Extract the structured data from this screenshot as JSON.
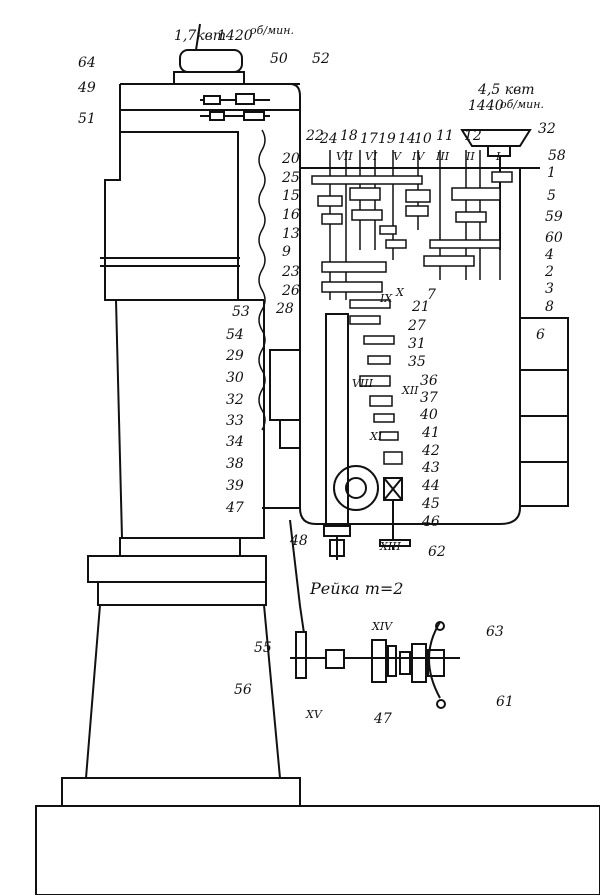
{
  "motor_top": {
    "power": "1,7квт",
    "speed": "1420",
    "unit": "об/мин."
  },
  "motor_main": {
    "power": "4,5 квт",
    "speed": "1440",
    "unit": "об/мин."
  },
  "rack_label": "Рейка m=2",
  "part_numbers": {
    "n1": "1",
    "n2": "2",
    "n3": "3",
    "n4": "4",
    "n5": "5",
    "n6": "6",
    "n7": "7",
    "n8": "8",
    "n9": "9",
    "n10": "10",
    "n11": "11",
    "n12": "12",
    "n13": "13",
    "n14": "14",
    "n15": "15",
    "n16": "16",
    "n17": "17",
    "n18": "18",
    "n19": "19",
    "n20": "20",
    "n21": "21",
    "n22": "22",
    "n23": "23",
    "n24": "24",
    "n25": "25",
    "n26": "26",
    "n27": "27",
    "n28": "28",
    "n29": "29",
    "n30": "30",
    "n31": "31",
    "n32": "32",
    "n32b": "32",
    "n33": "33",
    "n34": "34",
    "n35": "35",
    "n36": "36",
    "n37": "37",
    "n38": "38",
    "n39": "39",
    "n40": "40",
    "n41": "41",
    "n42": "42",
    "n43": "43",
    "n44": "44",
    "n45": "45",
    "n46": "46",
    "n47": "47",
    "n47b": "47",
    "n48": "48",
    "n49": "49",
    "n50": "50",
    "n51": "51",
    "n52": "52",
    "n53": "53",
    "n54": "54",
    "n55": "55",
    "n56": "56",
    "n58": "58",
    "n59": "59",
    "n60": "60",
    "n61": "61",
    "n62": "62",
    "n63": "63",
    "n64": "64"
  },
  "shaft_numerals": {
    "I": "I",
    "II": "II",
    "III": "III",
    "IV": "IV",
    "V": "V",
    "VI": "VI",
    "VII": "VII",
    "VIII": "VIII",
    "IX": "IX",
    "X": "X",
    "XI": "XI",
    "XII": "XII",
    "XIII": "XIII",
    "XIV": "XIV",
    "XV": "XV"
  }
}
